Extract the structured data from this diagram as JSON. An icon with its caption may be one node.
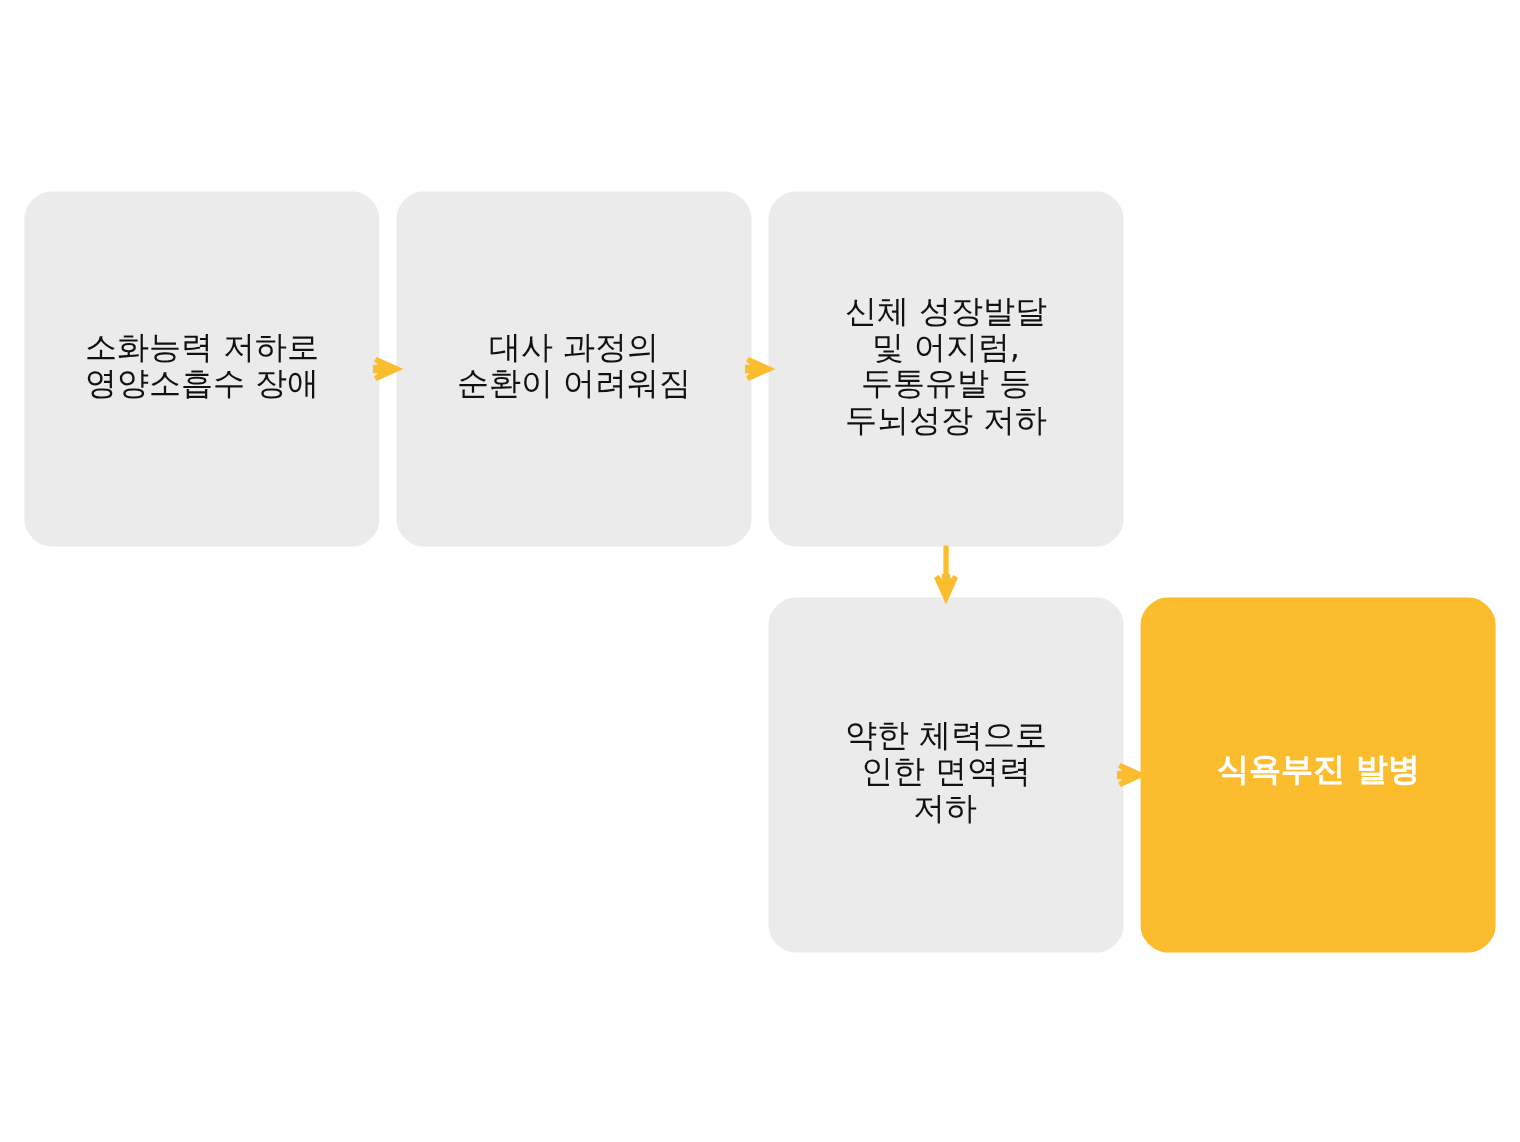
{
  "diagram": {
    "nodes": [
      {
        "text": [
          "소화능력 저하로 영양소흡수 장애"
        ]
      },
      {
        "text": [
          "대사 과정의 순환이 어려워짐"
        ]
      },
      {
        "text": [
          "신체 성장발달 및 어지럼, 두통유발 등 두뇌성장 저하"
        ]
      },
      {
        "text": [
          "약한 체력으로 인한 면역력 저하"
        ]
      },
      {
        "text": [
          "식욕부진 발병"
        ]
      }
    ],
    "edges": [
      {
        "from": 0,
        "to": 1,
        "arrow": "to"
      },
      {
        "from": 1,
        "to": 2,
        "arrow": "to"
      },
      {
        "from": 2,
        "to": 3,
        "arrow": "to"
      },
      {
        "from": 3,
        "to": 4,
        "arrow": "to"
      }
    ]
  }
}
